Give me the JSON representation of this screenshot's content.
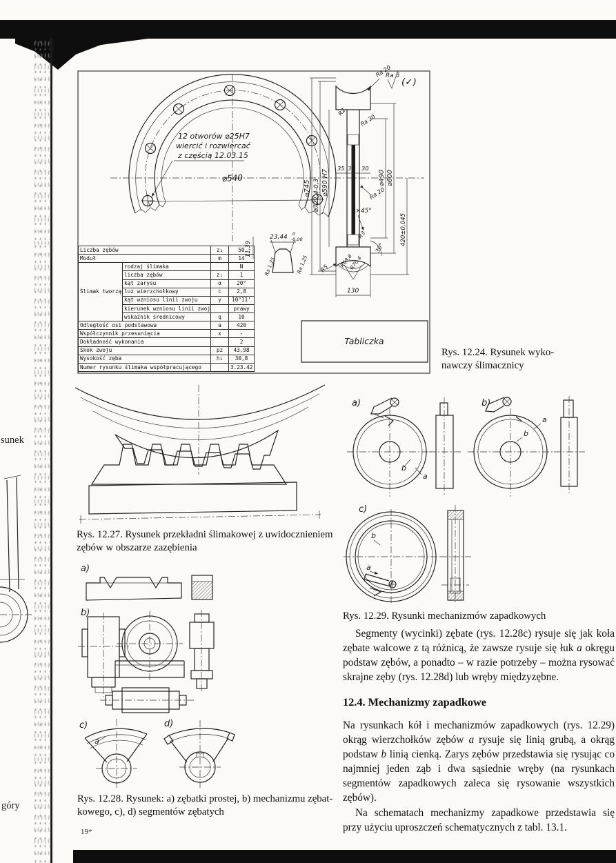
{
  "margins": {
    "left_mid": "sunek",
    "left_bottom": "góry",
    "footnote": "19*"
  },
  "fig1224": {
    "caption_l1": "Rys. 12.24. Rysunek wyko-",
    "caption_l2": "nawczy ślimacznicy",
    "note_l1": "12 otworów  ⌀25H7",
    "note_l2": "wiercić i rozwiercać",
    "note_l3": "z częścią 12.03.15",
    "dia540": "⌀540",
    "tabliczka": "Tabliczka",
    "dims": {
      "d745": "⌀745",
      "d722": "⌀722,4-0,3",
      "d590": "⌀590 H7",
      "d490": "⌀490",
      "d600": "⌀600",
      "w35": "35",
      "w30a": "30",
      "w30b": "30",
      "len420": "420±0,045",
      "chamfer": "3×45°",
      "r2": "R2",
      "r3": "R3",
      "r5": "R5",
      "r688": "R68,8",
      "r704": "R70,4",
      "w130": "130",
      "ang30": "30°",
      "ra20": "Ra 20",
      "ra5": "Ra 5",
      "check": "(✓)",
      "tooth_w": "23,44",
      "tooth_tol_top": "0",
      "tooth_tol_bot": "-0,08",
      "tooth_h": "11,39",
      "ra125": "Ra 1,25"
    },
    "table": {
      "group_label": "Ślimak tworzący",
      "rows": [
        {
          "label": "Liczba zębów",
          "sym": "z₂",
          "val": "50"
        },
        {
          "label": "Moduł",
          "sym": "m",
          "val": "14"
        },
        {
          "label": "rodzaj ślimaka",
          "sym": "",
          "val": "N"
        },
        {
          "label": "liczba zębów",
          "sym": "z₁",
          "val": "1"
        },
        {
          "label": "kąt zarysu",
          "sym": "α",
          "val": "20°"
        },
        {
          "label": "luz wierzchołkowy",
          "sym": "c",
          "val": "2,8"
        },
        {
          "label": "kąt wzniosu linii zwoju",
          "sym": "γ",
          "val": "10°11'"
        },
        {
          "label": "kierunek wzniosu linii zwoju",
          "sym": "",
          "val": "prawy"
        },
        {
          "label": "wskaźnik średnicowy",
          "sym": "q",
          "val": "10"
        },
        {
          "label": "Odległość osi podstawowa",
          "sym": "a",
          "val": "420"
        },
        {
          "label": "Współczynnik przesunięcia",
          "sym": "x",
          "val": "-"
        },
        {
          "label": "Dokładność wykonania",
          "sym": "",
          "val": "2"
        },
        {
          "label": "Skok zwoju",
          "sym": "pz",
          "val": "43,98"
        },
        {
          "label": "Wysokość zęba",
          "sym": "h₂",
          "val": "30,8"
        },
        {
          "label": "Numer rysunku ślimaka współpracującego",
          "sym": "",
          "val": "3.23.42"
        }
      ]
    }
  },
  "fig1227": {
    "caption_l1": "Rys. 12.27. Rysunek przekładni ślimakowej z uwidocznieniem",
    "caption_l2": "zębów w obszarze zazębienia"
  },
  "fig1228": {
    "la": "a)",
    "lb": "b)",
    "lc": "c)",
    "ld": "d)",
    "seg_a": "a",
    "caption_l1": "Rys. 12.28. Rysunek: a) zębatki prostej, b) mechanizmu zębat-",
    "caption_l2": "kowego, c), d) segmentów zębatych"
  },
  "fig1229": {
    "la": "a)",
    "lb": "b)",
    "lc": "c)",
    "a_b": "b",
    "a_a": "a",
    "b_a": "a",
    "b_b": "b",
    "c_b": "b",
    "c_a": "a",
    "caption": "Rys. 12.29. Rysunki mechanizmów zapadkowych"
  },
  "text_col": {
    "para1": {
      "s1": "Segmenty (wycinki) zębate (rys. 12.28c) rysuje się jak koła zębate walcowe z tą różnicą, że zawsze rysuje się łuk ",
      "i1": "a",
      "s2": " okręgu podstaw zębów, a ponadto – w razie potrzeby – można rysować skrajne zęby (rys. 12.28d) lub wręby międzyzębne."
    },
    "heading": "12.4. Mechanizmy zapadkowe",
    "para2": {
      "s1": "Na rysunkach kół i mechanizmów zapadkowych (rys. 12.29) okrąg wierzchołków zębów ",
      "i1": "a",
      "s2": " rysuje się linią grubą, a okrąg podstaw ",
      "i2": "b",
      "s3": " linią cienką. Zarys zębów przedstawia się rysując co najmniej jeden ząb i dwa sąsiednie wręby (na rysunkach segmentów zapadkowych zaleca się rysowanie wszystkich zębów)."
    },
    "para3": "Na schematach mechanizmy zapadkowe przedstawia się przy użyciu uproszczeń schematycznych z tabl. 13.1."
  }
}
